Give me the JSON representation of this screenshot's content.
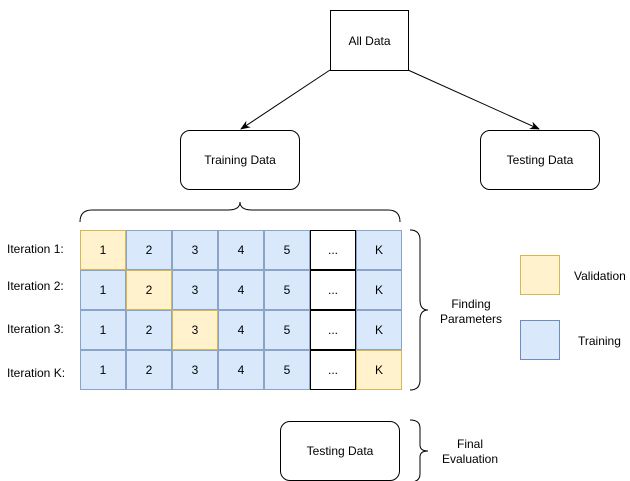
{
  "tree": {
    "root": "All Data",
    "left": "Training Data",
    "right": "Testing Data"
  },
  "iterations": [
    {
      "label": "Iteration 1:",
      "cells": [
        "1",
        "2",
        "3",
        "4",
        "5",
        "...",
        "K"
      ],
      "validation_index": 0
    },
    {
      "label": "Iteration 2:",
      "cells": [
        "1",
        "2",
        "3",
        "4",
        "5",
        "...",
        "K"
      ],
      "validation_index": 1
    },
    {
      "label": "Iteration 3:",
      "cells": [
        "1",
        "2",
        "3",
        "4",
        "5",
        "...",
        "K"
      ],
      "validation_index": 2
    },
    {
      "label": "Iteration K:",
      "cells": [
        "1",
        "2",
        "3",
        "4",
        "5",
        "...",
        "K"
      ],
      "validation_index": 6
    }
  ],
  "finding_parameters": {
    "line1": "Finding",
    "line2": "Parameters"
  },
  "final_box": "Testing Data",
  "final_evaluation": {
    "line1": "Final",
    "line2": "Evaluation"
  },
  "legend": {
    "validation": {
      "label": "Validation",
      "color": "#fff2cc",
      "border": "#d6b656"
    },
    "training": {
      "label": "Training",
      "color": "#dae8fc",
      "border": "#6c8ebf"
    }
  }
}
